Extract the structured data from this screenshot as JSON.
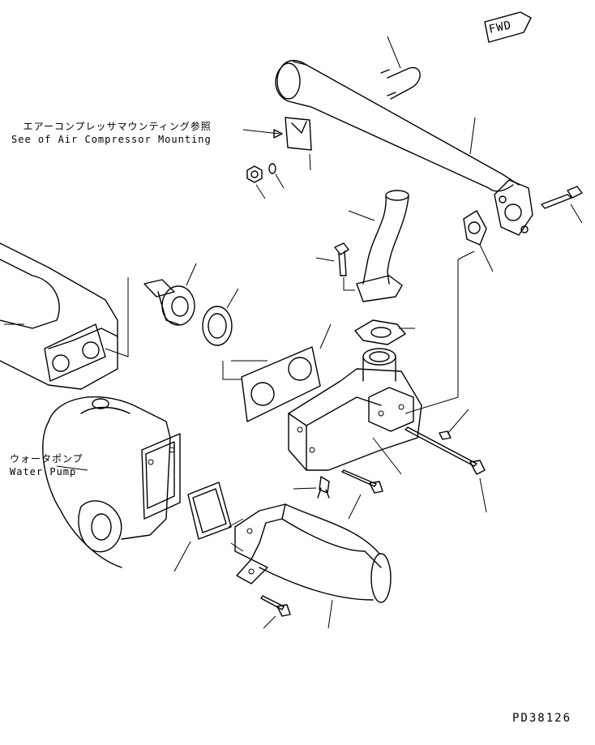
{
  "reference_note": {
    "japanese": "エアーコンプレッサマウンティング参照",
    "english": "See of Air Compressor Mounting"
  },
  "water_pump_label": {
    "japanese": "ウォータポンプ",
    "english": "Water Pump"
  },
  "fwd_label": "FWD",
  "drawing_code": "PD38126"
}
